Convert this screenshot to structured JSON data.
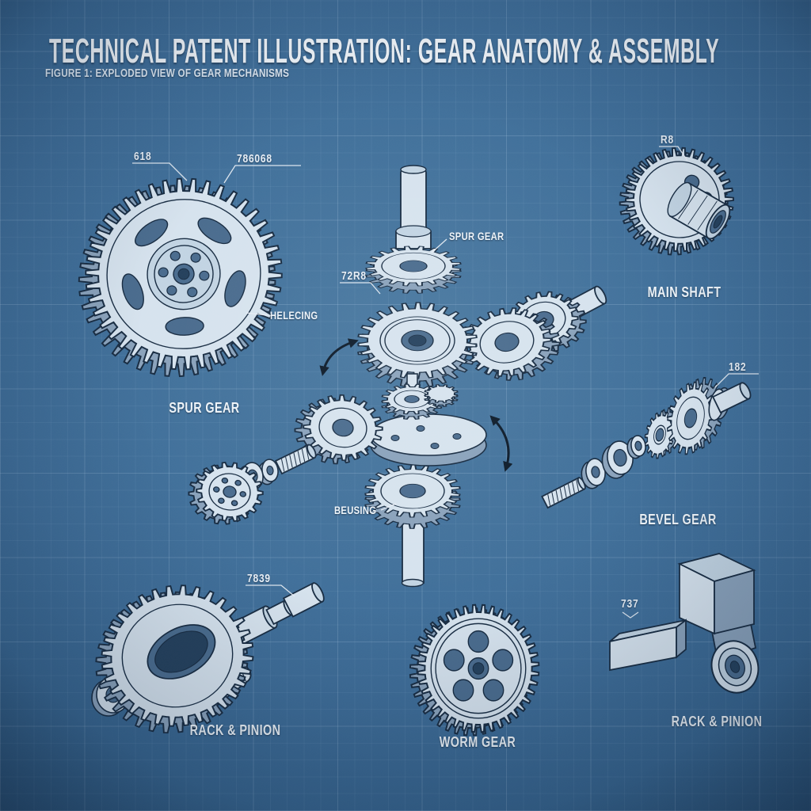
{
  "header": {
    "title": "TECHNICAL PATENT ILLUSTRATION: GEAR ANATOMY & ASSEMBLY",
    "subtitle": "FIGURE 1: EXPLODED VIEW OF GEAR MECHANISMS"
  },
  "parts": {
    "spur_gear_left": {
      "caption": "SPUR GEAR",
      "ref_a": "618",
      "ref_b": "786068",
      "callout": "HELECING"
    },
    "main_shaft": {
      "caption": "MAIN SHAFT",
      "ref": "R8"
    },
    "center_assembly": {
      "ref": "72R8",
      "spur_callout": "SPUR GEAR",
      "housing_callout": "BEUSING"
    },
    "bevel_gear": {
      "caption": "BEVEL GEAR",
      "ref": "182"
    },
    "rack_pinion_left": {
      "caption": "RACK & PINION",
      "ref": "7839"
    },
    "worm_gear": {
      "caption": "WORM GEAR"
    },
    "rack_pinion_right": {
      "caption": "RACK & PINION",
      "ref": "737"
    }
  },
  "colors": {
    "background": "#3c6c9c",
    "grid_line": "#9dbdd9",
    "ink": "#182c42",
    "part_fill": "#d6e3ee",
    "part_shadow": "#8aa2bb",
    "part_hub": "#c2d4e3",
    "part_hole": "#4a6c8e",
    "part_bore": "#24405c",
    "label_text": "#eef4f9",
    "leader_line": "#e9eff5",
    "arrow": "#0d1b2a"
  }
}
